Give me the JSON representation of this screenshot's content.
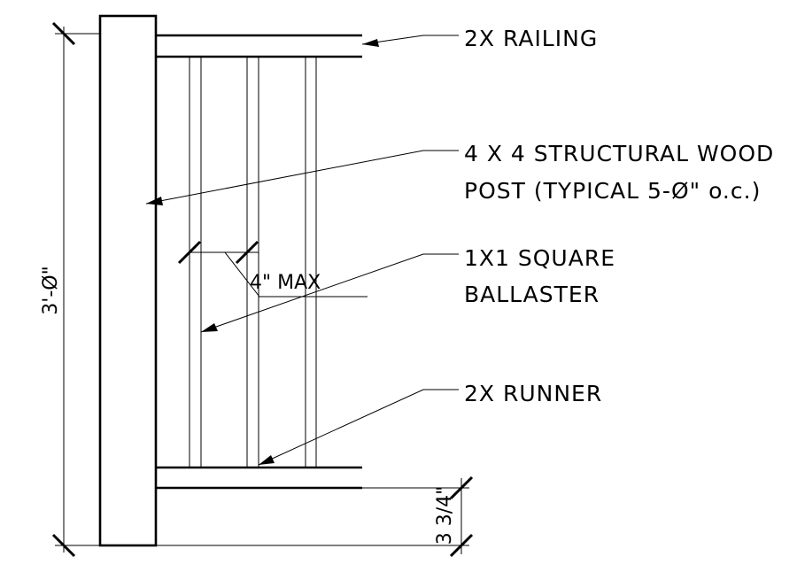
{
  "labels": {
    "railing": "2X RAILING",
    "post_line1": "4 X 4 STRUCTURAL WOOD",
    "post_line2": "POST (TYPICAL 5-Ø\" o.c.)",
    "baluster_line1": "1X1 SQUARE",
    "baluster_line2": "BALLASTER",
    "runner": "2X RUNNER"
  },
  "dimensions": {
    "height": "3'-Ø\"",
    "spacing": "4\" MAX",
    "bottom_gap": "3 3/4\""
  }
}
